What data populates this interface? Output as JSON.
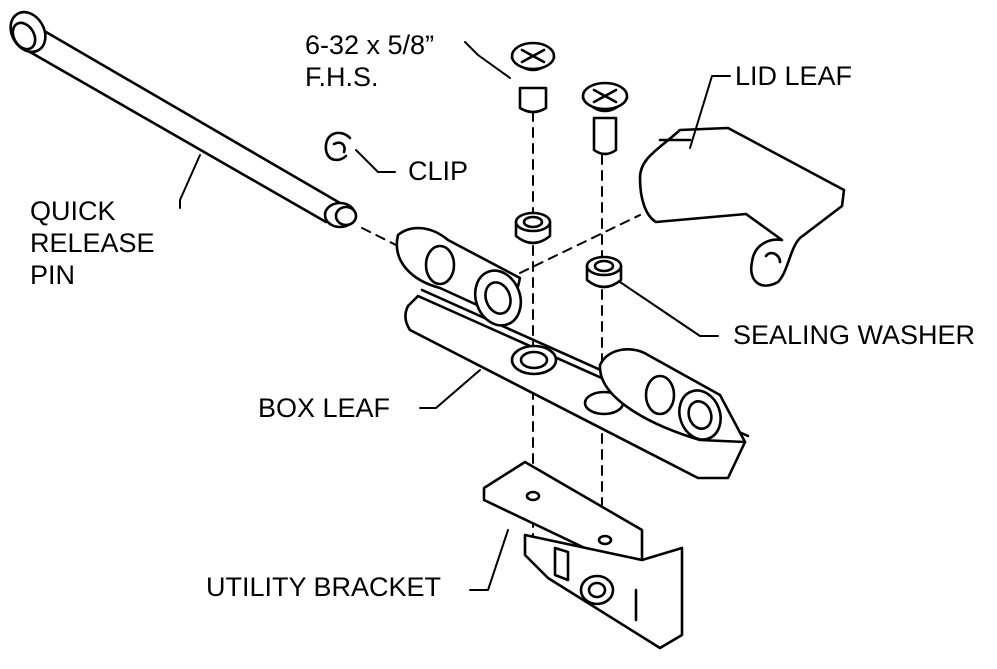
{
  "labels": {
    "screw": [
      "6-32 x 5/8”",
      "F.H.S."
    ],
    "clip": "CLIP",
    "lid_leaf": "LID LEAF",
    "quick_release_pin": [
      "QUICK",
      "RELEASE",
      "PIN"
    ],
    "sealing_washer": "SEALING WASHER",
    "box_leaf": "BOX LEAF",
    "utility_bracket": "UTILITY BRACKET"
  },
  "colors": {
    "line": "#000000",
    "fill": "#ffffff"
  }
}
